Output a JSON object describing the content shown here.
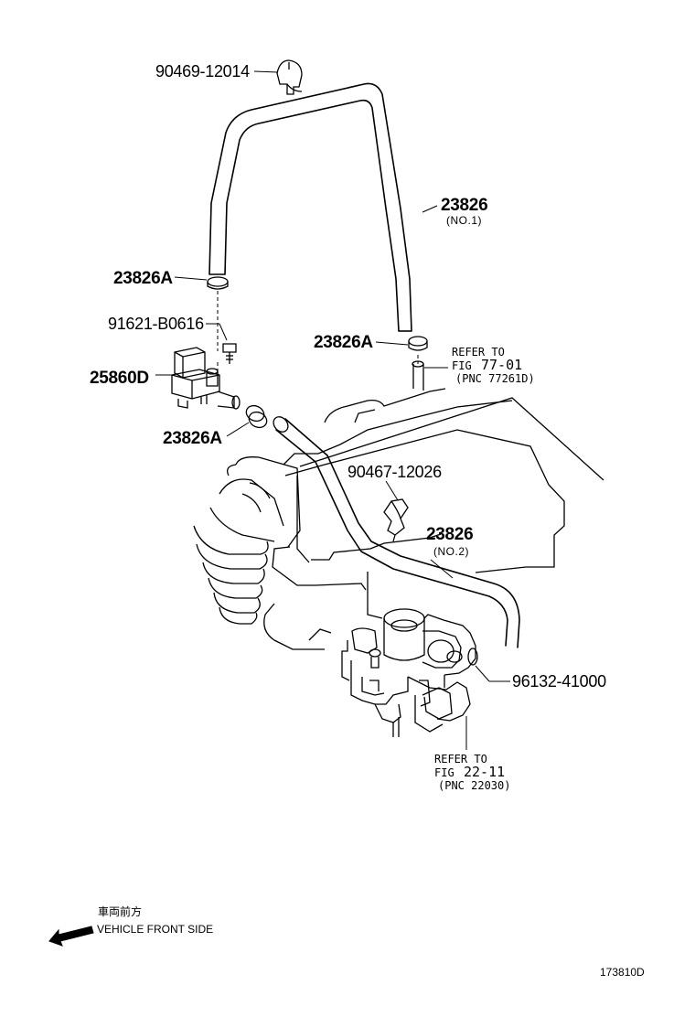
{
  "labels": {
    "clip_top": "90469-12014",
    "hose_no1_pn": "23826",
    "hose_no1_sub": "(NO.1)",
    "clamp_a1": "23826A",
    "bolt": "91621-B0616",
    "clamp_a2": "23826A",
    "vsv": "25860D",
    "clamp_a3": "23826A",
    "clip_mid": "90467-12026",
    "hose_no2_pn": "23826",
    "hose_no2_sub": "(NO.2)",
    "gasket": "96132-41000"
  },
  "references": {
    "ref1_line1": "REFER TO",
    "ref1_line2_prefix": "FIG",
    "ref1_line2_num": "77-01",
    "ref1_line3": "(PNC 77261D)",
    "ref2_line1": "REFER TO",
    "ref2_line2_prefix": "FIG",
    "ref2_line2_num": "22-11",
    "ref2_line3": "(PNC 22030)"
  },
  "orientation": {
    "jp": "車両前方",
    "en": "VEHICLE FRONT SIDE"
  },
  "diagram_id": "173810D"
}
